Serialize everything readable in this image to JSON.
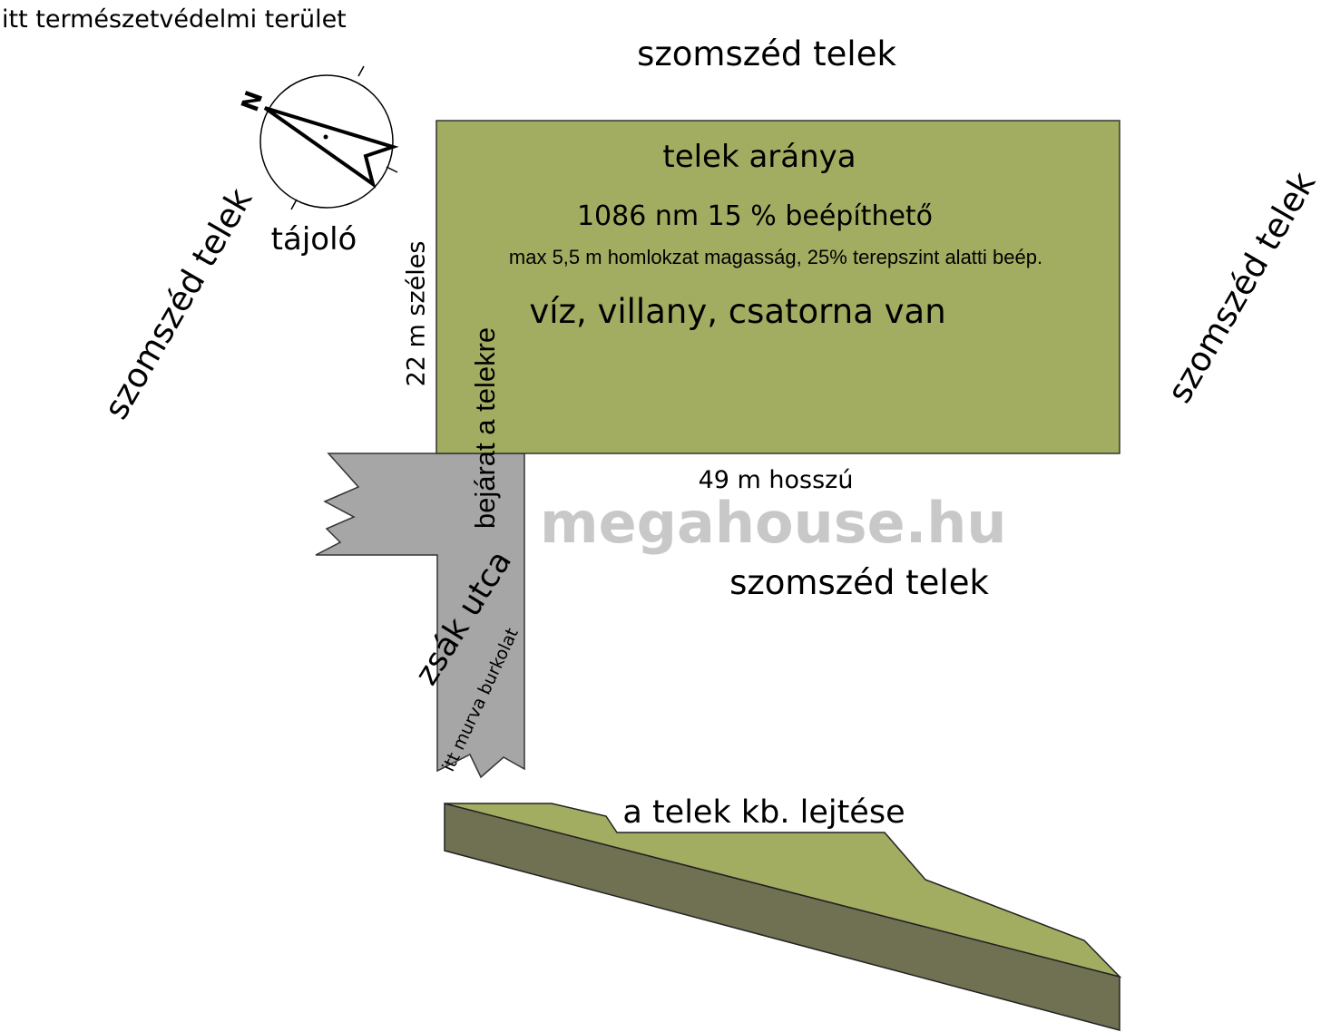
{
  "labels": {
    "nature_reserve": "itt természetvédelmi terület",
    "neighbor_top": "szomszéd telek",
    "neighbor_left": "szomszéd telek",
    "neighbor_right": "szomszéd telek",
    "neighbor_bottom": "szomszéd telek",
    "compass": "tájoló",
    "compass_north": "N",
    "width": "22 m széles",
    "length": "49 m hosszú",
    "entrance": "bejárat a telekre",
    "dead_end": "zsák utca",
    "gravel": "itt murva burkolat",
    "slope_title": "a telek kb. lejtése",
    "watermark": "megahouse.hu"
  },
  "plot": {
    "title": "telek aránya",
    "area": "1086 nm 15 % beépíthető",
    "limits": "max 5,5 m homlokzat magasság, 25% terepszint alatti beép.",
    "utilities": "víz, villany, csatorna van"
  },
  "colors": {
    "plot_green": "#a3ad62",
    "road_gray": "#a6a6a6",
    "slope_side": "#707052"
  }
}
